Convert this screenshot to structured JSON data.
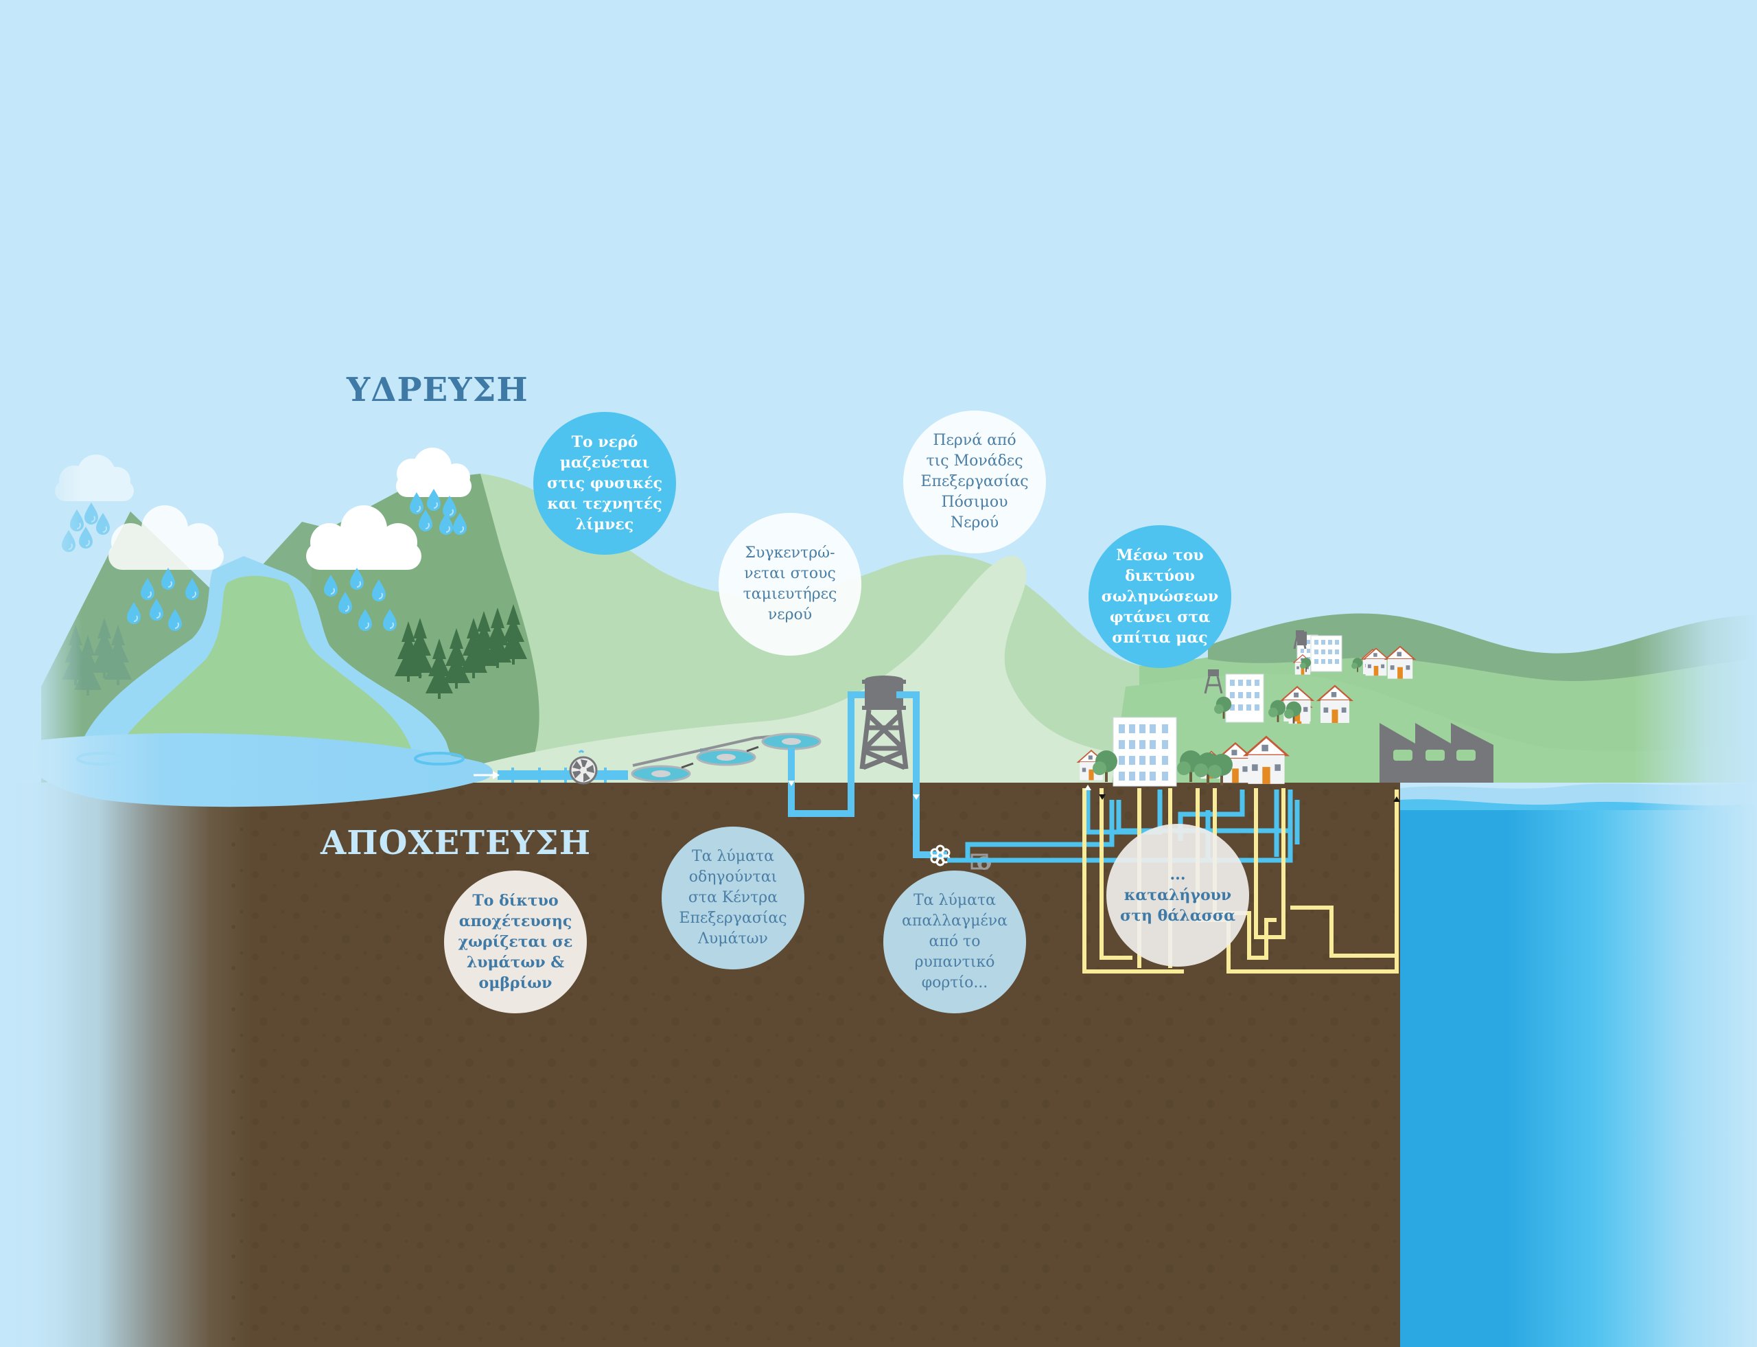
{
  "diagram": {
    "title": "Κύκλος νερού: Ύδρευση και Αποχέτευση",
    "sections": {
      "supply_heading": "ΥΔΡΕΥΣΗ",
      "sewage_heading": "ΑΠΟΧΕΤΕΥΣΗ"
    },
    "supply_steps": [
      {
        "id": "collect",
        "text": "Το νερό\nμαζεύεται\nστις φυσικές\nκαι τεχνητές\nλίμνες",
        "style": "blue"
      },
      {
        "id": "reservoir",
        "text": "Συγκεντρώ-\nνεται στους\nταμιευτήρες\nνερού",
        "style": "white"
      },
      {
        "id": "treatment",
        "text": "Περνά από\nτις Μονάδες\nΕπεξεργασίας\nΠόσιμου\nΝερού",
        "style": "white"
      },
      {
        "id": "distribution",
        "text": "Μέσω του\nδικτύου\nσωληνώσεων\nφτάνει στα\nσπίτια μας",
        "style": "blue"
      }
    ],
    "sewage_steps": [
      {
        "id": "network",
        "text": "Το δίκτυο\nαποχέτευσης\nχωρίζεται σε\nλυμάτων &\nομβρίων",
        "style": "cream"
      },
      {
        "id": "wastewater-plant",
        "text": "Τα λύματα\nοδηγούνται\nστα Κέντρα\nΕπεξεργασίας\nΛυμάτων",
        "style": "pale"
      },
      {
        "id": "cleaned",
        "text": "Τα λύματα\nαπαλλαγμένα\nαπό το\nρυπαντικό\nφορτίο...",
        "style": "pale"
      },
      {
        "id": "sea",
        "text": "... καταλήγουν\nστη θάλασσα",
        "style": "ghost"
      }
    ],
    "scene_elements": [
      {
        "name": "rain-cloud",
        "icon": "cloud-icon",
        "count": 4
      },
      {
        "name": "raindrops",
        "icon": "raindrop-icon"
      },
      {
        "name": "lake",
        "icon": "lake-icon"
      },
      {
        "name": "pine-forest",
        "icon": "pine-tree-icon"
      },
      {
        "name": "pump-fan",
        "icon": "pump-icon"
      },
      {
        "name": "settling-tanks",
        "icon": "tank-icon",
        "count": 3
      },
      {
        "name": "water-tower",
        "icon": "water-tower-icon"
      },
      {
        "name": "valve",
        "icon": "valve-icon"
      },
      {
        "name": "houses",
        "icon": "house-icon"
      },
      {
        "name": "apartment-blocks",
        "icon": "building-icon"
      },
      {
        "name": "factory",
        "icon": "factory-icon"
      },
      {
        "name": "sea",
        "icon": "sea-icon"
      }
    ],
    "colors": {
      "sky": "#c4e7f9",
      "heading_blue": "#3f7aa6",
      "bubble_blue": "#4ec3f0",
      "soil": "#5e4a32",
      "supply_pipe": "#4ec3f0",
      "sewage_pipe": "#f8ec9a",
      "sea_deep": "#2ba8e2",
      "hill_dark": "#7fae80",
      "hill_mid": "#b7dcb6",
      "hill_light": "#d5ead2",
      "factory_grey": "#76777b"
    }
  }
}
